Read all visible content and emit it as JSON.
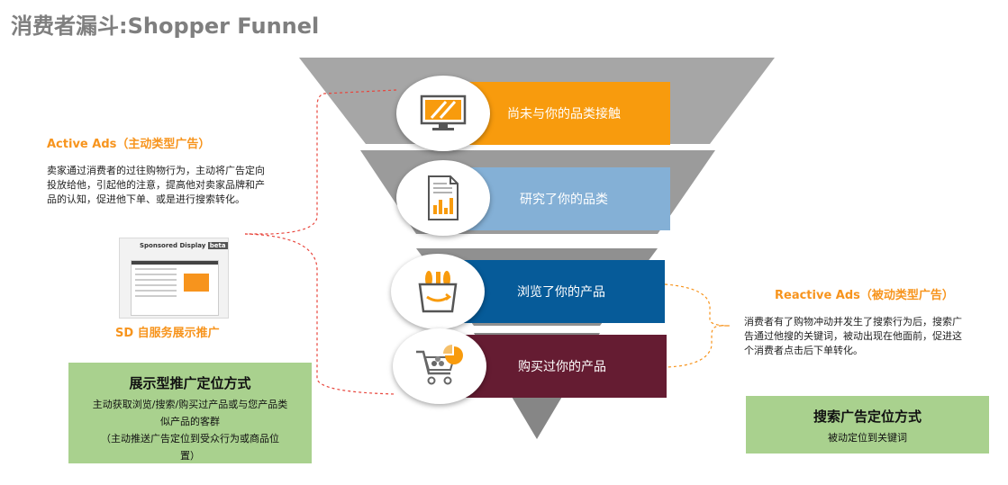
{
  "title": "消费者漏斗:Shopper Funnel",
  "funnel": {
    "stages": [
      {
        "label": "尚未与你的品类接触",
        "icon": "monitor-icon",
        "color": "#f89b0d"
      },
      {
        "label": "研究了你的品类",
        "icon": "document-chart-icon",
        "color": "#84b0d6"
      },
      {
        "label": "浏览了你的产品",
        "icon": "shopping-bag-icon",
        "color": "#065b99"
      },
      {
        "label": "购买过你的产品",
        "icon": "shopping-cart-icon",
        "color": "#651c32"
      }
    ],
    "funnel_color": "#9e9e9e"
  },
  "active_ads": {
    "heading": "Active Ads（主动类型广告）",
    "lines": [
      "卖家通过消费者的过往购物行为，主动将广告定向",
      "投放给他，引起他的注意，提高他对卖家品牌和产",
      "品的认知，促进他下单、或是进行搜索转化。"
    ]
  },
  "sd": {
    "thumb_title": "Sponsored Display",
    "thumb_badge": "beta",
    "label": "SD 自服务展示推广"
  },
  "display_box": {
    "title": "展示型推广定位方式",
    "lines": [
      "主动获取浏览/搜索/购买过产品或与您产品类",
      "似产品的客群",
      "（主动推送广告定位到受众行为或商品位",
      "置）"
    ]
  },
  "reactive_ads": {
    "heading": "Reactive Ads（被动类型广告）",
    "lines": [
      "消费者有了购物冲动并发生了搜索行为后，搜索广",
      "告通过他搜的关键词，被动出现在他面前，促进这",
      "个消费者点击后下单转化。"
    ]
  },
  "search_box": {
    "title": "搜索广告定位方式",
    "body": "被动定位到关键词"
  },
  "colors": {
    "accent_orange": "#f7941d",
    "green": "#a9d18e",
    "dashed_red": "#e8453c"
  }
}
